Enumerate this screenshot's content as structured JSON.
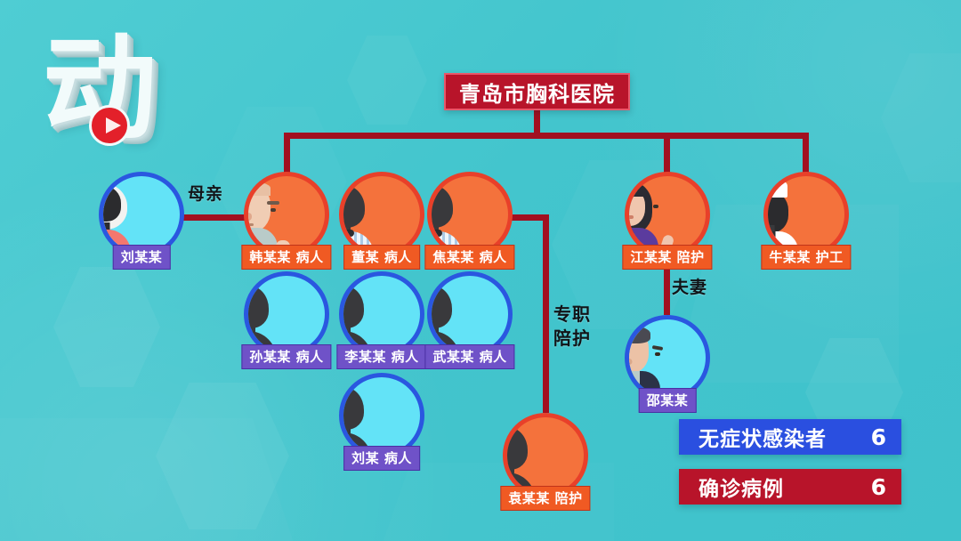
{
  "watermark": {
    "glyph": "动",
    "play_icon": "play-triangle"
  },
  "header": {
    "title": "青岛市胸科医院"
  },
  "relations": [
    {
      "id": "mother",
      "label": "母亲"
    },
    {
      "id": "full-time-caregiver",
      "label": "专职\n陪护",
      "line1": "专职",
      "line2": "陪护"
    },
    {
      "id": "couple",
      "label": "夫妻"
    }
  ],
  "nodes": [
    {
      "id": "liu-mou-mou",
      "name": "刘某某",
      "role": "",
      "caption": "刘某某",
      "status": "asymptomatic",
      "ring": "blue",
      "badge": "purple",
      "avatar": "elderly-woman"
    },
    {
      "id": "han-mou-mou",
      "name": "韩某某",
      "role": "病人",
      "caption": "韩某某 病人",
      "status": "confirmed",
      "ring": "red",
      "badge": "red",
      "avatar": "elderly-man"
    },
    {
      "id": "dong-mou",
      "name": "董某",
      "role": "病人",
      "caption": "董某 病人",
      "status": "confirmed",
      "ring": "red",
      "badge": "red",
      "avatar": "patient-pajama"
    },
    {
      "id": "jiao-mou-mou",
      "name": "焦某某",
      "role": "病人",
      "caption": "焦某某 病人",
      "status": "confirmed",
      "ring": "red",
      "badge": "red",
      "avatar": "patient-pajama"
    },
    {
      "id": "jiang-mou-mou",
      "name": "江某某",
      "role": "陪护",
      "caption": "江某某 陪护",
      "status": "confirmed",
      "ring": "red",
      "badge": "red",
      "avatar": "woman-caregiver"
    },
    {
      "id": "niu-mou-mou",
      "name": "牛某某",
      "role": "护工",
      "caption": "牛某某 护工",
      "status": "confirmed",
      "ring": "red",
      "badge": "red",
      "avatar": "nurse-cap"
    },
    {
      "id": "sun-mou-mou",
      "name": "孙某某",
      "role": "病人",
      "caption": "孙某某 病人",
      "status": "asymptomatic",
      "ring": "blue",
      "badge": "purple",
      "avatar": "silhouette"
    },
    {
      "id": "li-mou-mou",
      "name": "李某某",
      "role": "病人",
      "caption": "李某某 病人",
      "status": "asymptomatic",
      "ring": "blue",
      "badge": "purple",
      "avatar": "silhouette"
    },
    {
      "id": "wu-mou-mou",
      "name": "武某某",
      "role": "病人",
      "caption": "武某某 病人",
      "status": "asymptomatic",
      "ring": "blue",
      "badge": "purple",
      "avatar": "silhouette"
    },
    {
      "id": "liu-mou",
      "name": "刘某",
      "role": "病人",
      "caption": "刘某 病人",
      "status": "asymptomatic",
      "ring": "blue",
      "badge": "purple",
      "avatar": "silhouette"
    },
    {
      "id": "shao-mou-mou",
      "name": "邵某某",
      "role": "",
      "caption": "邵某某",
      "status": "asymptomatic",
      "ring": "blue",
      "badge": "purple",
      "avatar": "man-suit"
    },
    {
      "id": "yuan-mou-mou",
      "name": "袁某某",
      "role": "陪护",
      "caption": "袁某某 陪护",
      "status": "confirmed",
      "ring": "red",
      "badge": "red",
      "avatar": "silhouette"
    }
  ],
  "legend": [
    {
      "id": "asymptomatic",
      "label": "无症状感染者",
      "count": "6",
      "color": "#2a4fe0"
    },
    {
      "id": "confirmed",
      "label": "确诊病例",
      "count": "6",
      "color": "#b8142a"
    }
  ],
  "colors": {
    "background": "#48c9d0",
    "line": "#a21020",
    "confirmed_ring": "#e8402a",
    "confirmed_fill": "#f4723c",
    "asymptomatic_ring": "#2a57e0",
    "asymptomatic_fill": "#63e3f7",
    "badge_red": "#f05a23",
    "badge_purple": "#6f52c8",
    "banner_red": "#b8142a"
  }
}
